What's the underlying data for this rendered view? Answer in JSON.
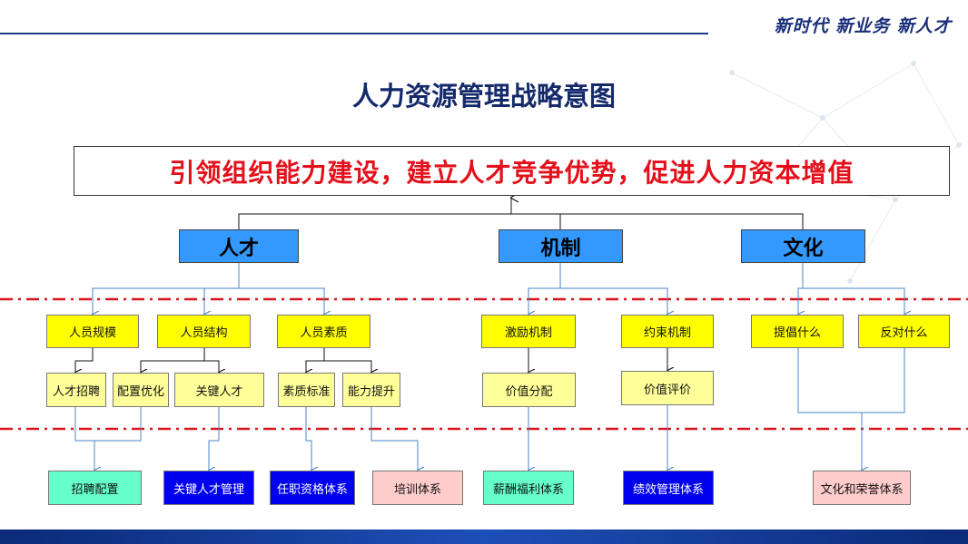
{
  "header": {
    "slogan": "新时代 新业务 新人才"
  },
  "title": "人力资源管理战略意图",
  "goal": "引领组织能力建设，建立人才竞争优势，促进人力资本增值",
  "pillars": {
    "talent": "人才",
    "mechanism": "机制",
    "culture": "文化"
  },
  "level2": {
    "staff_scale": "人员规模",
    "staff_structure": "人员结构",
    "staff_quality": "人员素质",
    "incentive": "激励机制",
    "constraint": "约束机制",
    "advocate": "提倡什么",
    "oppose": "反对什么"
  },
  "level3": {
    "recruit": "人才招聘",
    "allocation_opt": "配置优化",
    "key_talent": "关键人才",
    "quality_std": "素质标准",
    "ability_up": "能力提升",
    "value_dist": "价值分配",
    "value_eval": "价值评价"
  },
  "systems": {
    "recruit_alloc": "招聘配置",
    "key_talent_mgmt": "关键人才管理",
    "qualification": "任职资格体系",
    "training": "培训体系",
    "compensation": "薪酬福利体系",
    "performance": "绩效管理体系",
    "culture_honor": "文化和荣誉体系"
  },
  "colors": {
    "pillar": "#3399ff",
    "level2": "#ffff00",
    "level3": "#ffff99",
    "system_teal": "#66ffcc",
    "system_navy": "#0000ee",
    "system_pink": "#ffcccc",
    "goal_text": "#e3101b",
    "divider": "#d9141e"
  }
}
